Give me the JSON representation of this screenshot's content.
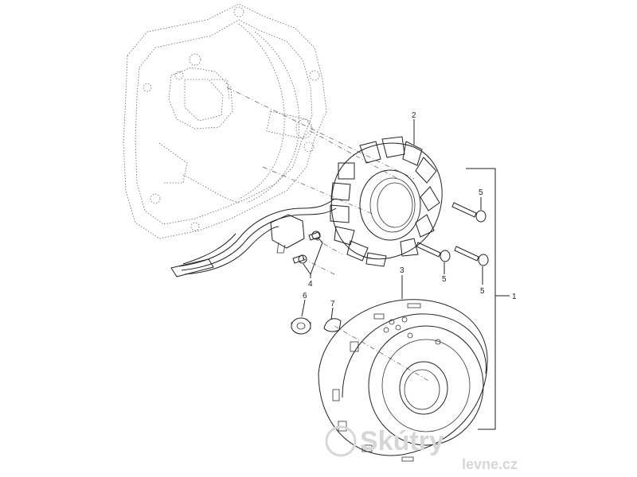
{
  "callouts": [
    {
      "id": "c1",
      "text": "1"
    },
    {
      "id": "c2",
      "text": "2"
    },
    {
      "id": "c3",
      "text": "3"
    },
    {
      "id": "c4",
      "text": "4"
    },
    {
      "id": "c5a",
      "text": "5"
    },
    {
      "id": "c5b",
      "text": "5"
    },
    {
      "id": "c5c",
      "text": "5"
    },
    {
      "id": "c6",
      "text": "6"
    },
    {
      "id": "c7",
      "text": "7"
    }
  ],
  "watermark": {
    "line1": "Skútry",
    "line2": "levne.cz"
  }
}
